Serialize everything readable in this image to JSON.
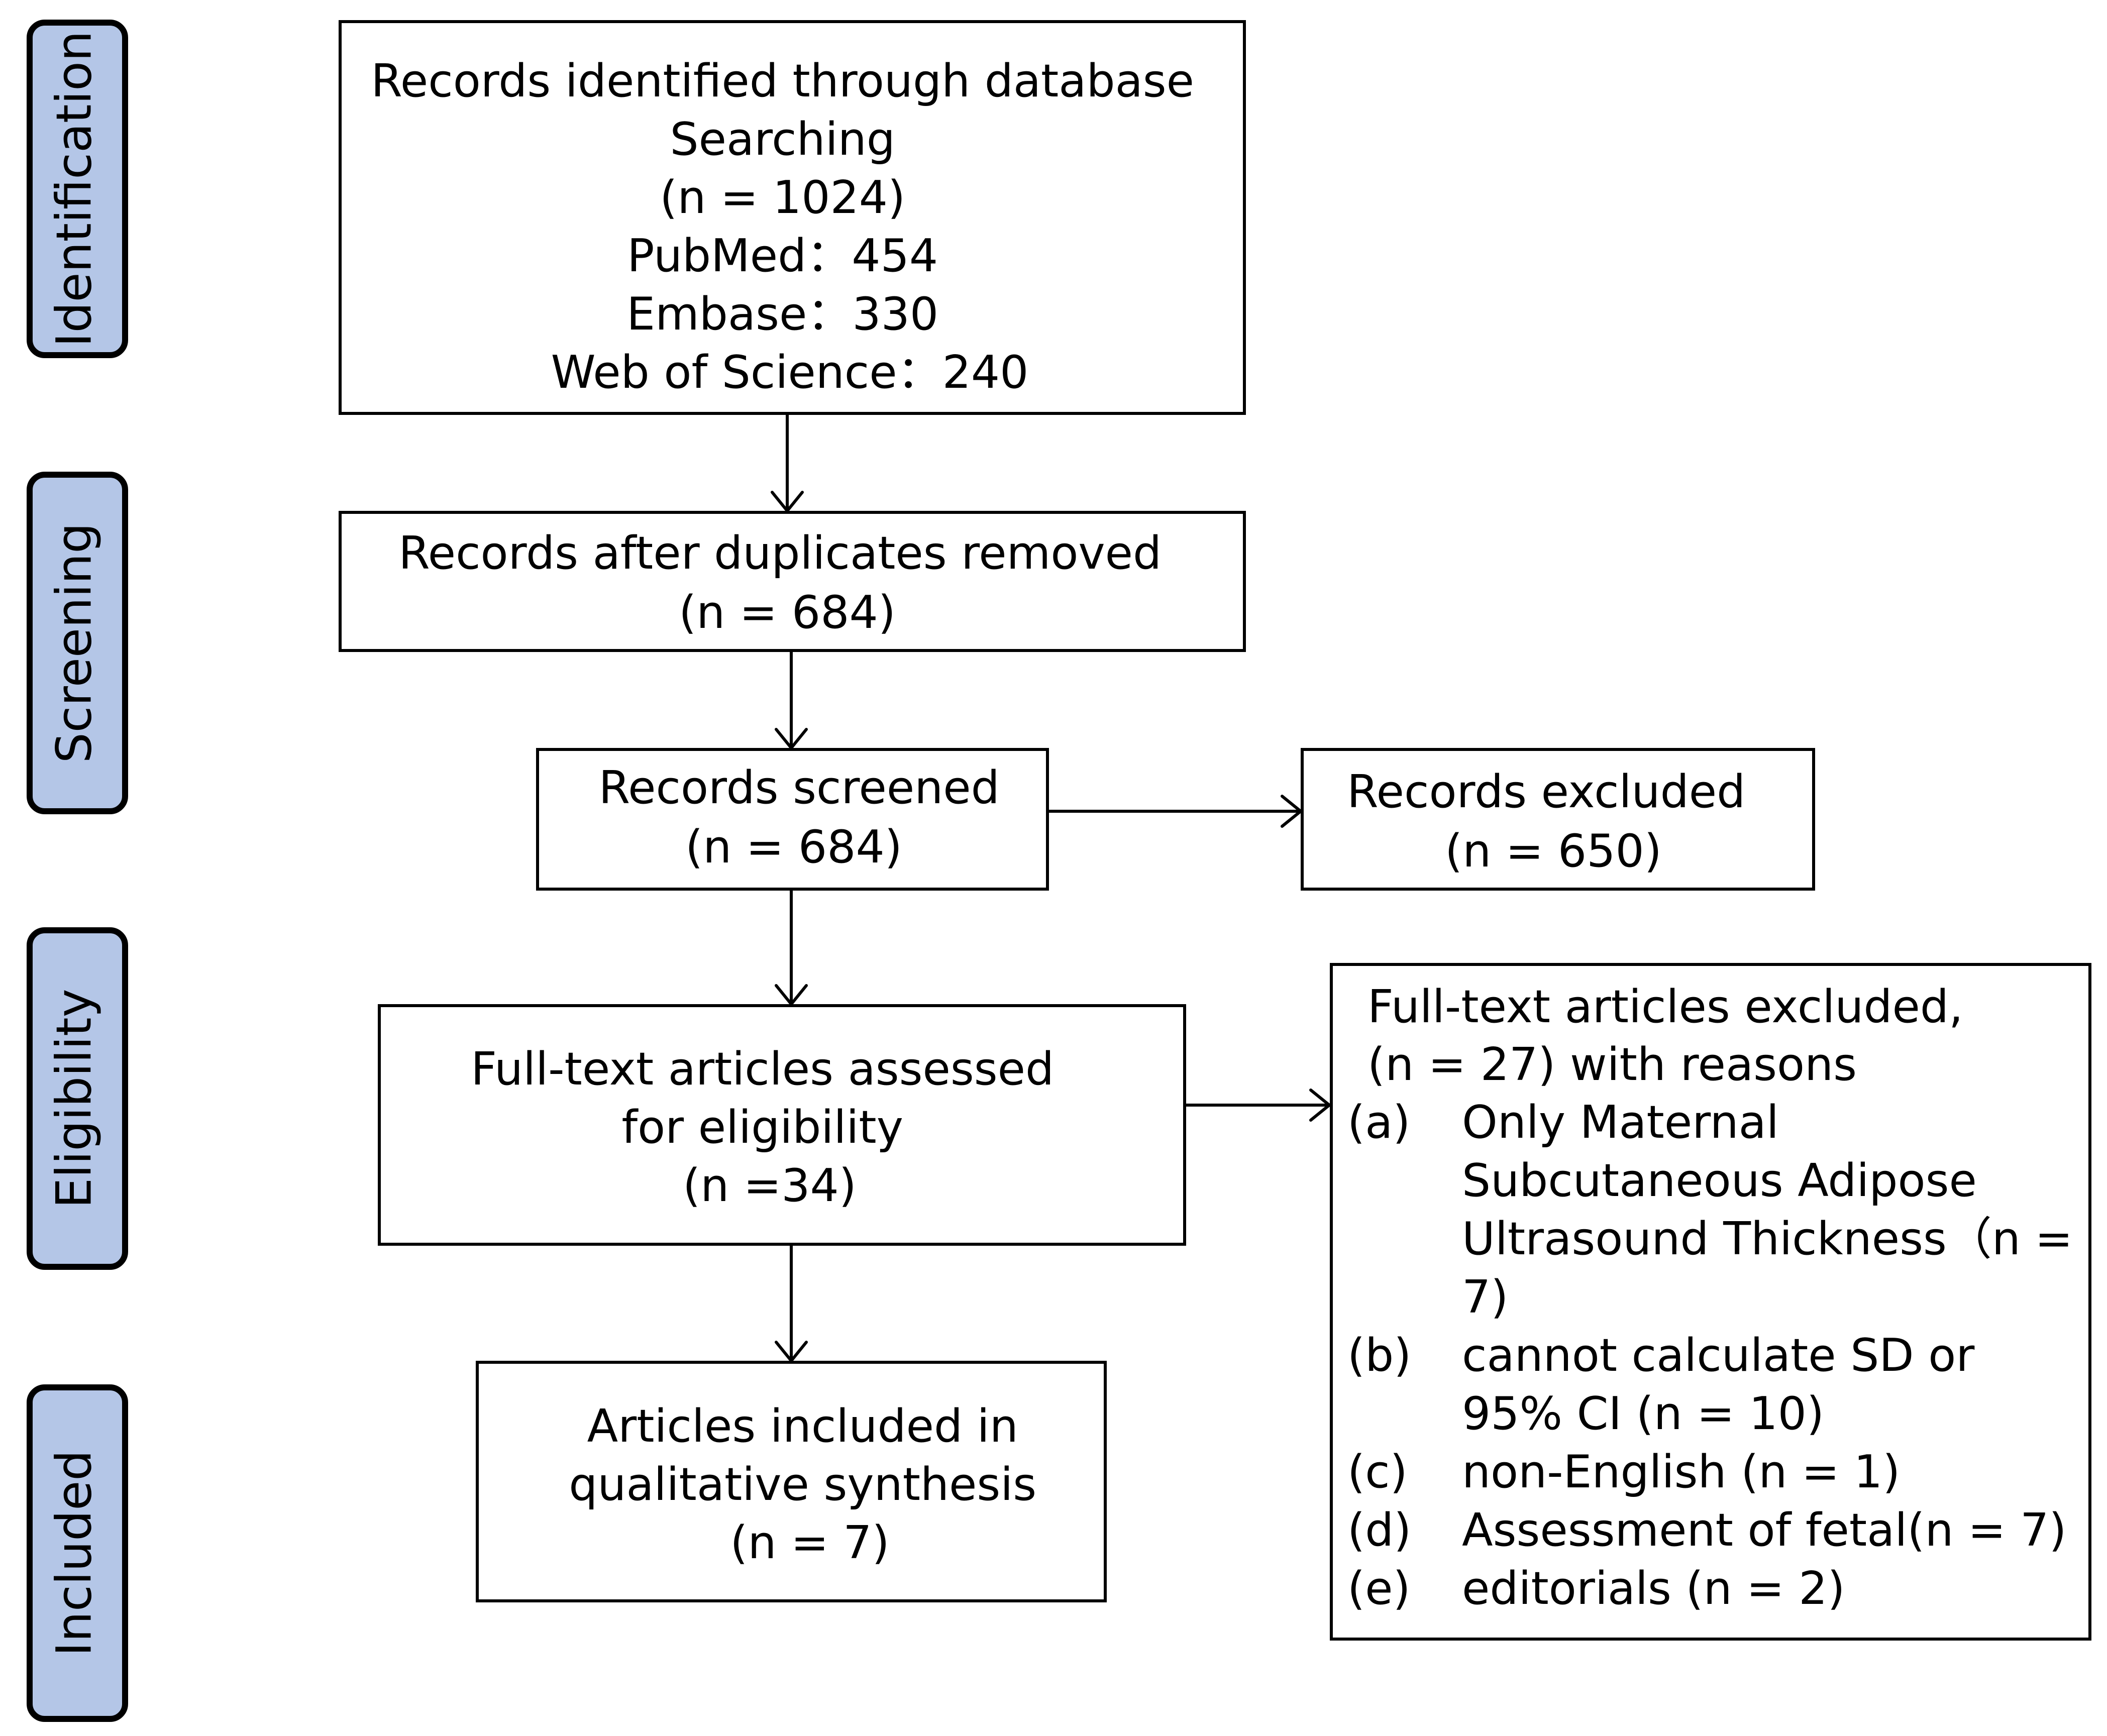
{
  "phases": {
    "identification": "Identification",
    "screening": "Screening",
    "eligibility": "Eligibility",
    "included": "Included"
  },
  "boxes": {
    "identified": {
      "lines": [
        "Records identified through database",
        "Searching",
        "(n = 1024)",
        "PubMed：454",
        "Embase：330",
        "Web of Science：240"
      ]
    },
    "duplicates_removed": {
      "lines": [
        "Records after duplicates removed",
        "(n = 684)"
      ]
    },
    "screened": {
      "lines": [
        "Records screened",
        "(n = 684)"
      ]
    },
    "excluded": {
      "lines": [
        "Records excluded",
        "(n = 650)"
      ]
    },
    "full_text_assessed": {
      "lines": [
        "Full-text articles assessed",
        "for eligibility",
        "(n =34)"
      ]
    },
    "full_text_excluded": {
      "header": [
        "Full-text articles excluded,",
        "(n = 27) with reasons"
      ],
      "reasons": [
        {
          "marker": "(a)",
          "lines": [
            "Only Maternal",
            "Subcutaneous Adipose",
            "Ultrasound Thickness（n =",
            "7)"
          ]
        },
        {
          "marker": "(b)",
          "lines": [
            "cannot calculate SD or",
            "95% CI (n = 10)"
          ]
        },
        {
          "marker": "(c)",
          "lines": [
            "non-English (n = 1)"
          ]
        },
        {
          "marker": "(d)",
          "lines": [
            "Assessment of fetal(n = 7)"
          ]
        },
        {
          "marker": "(e)",
          "lines": [
            "editorials (n = 2)"
          ]
        }
      ]
    },
    "included": {
      "lines": [
        "Articles included in",
        "qualitative synthesis",
        "(n = 7)"
      ]
    }
  },
  "colors": {
    "phase_fill": "#b4c6e7",
    "line": "#000000",
    "box_fill": "#ffffff"
  }
}
